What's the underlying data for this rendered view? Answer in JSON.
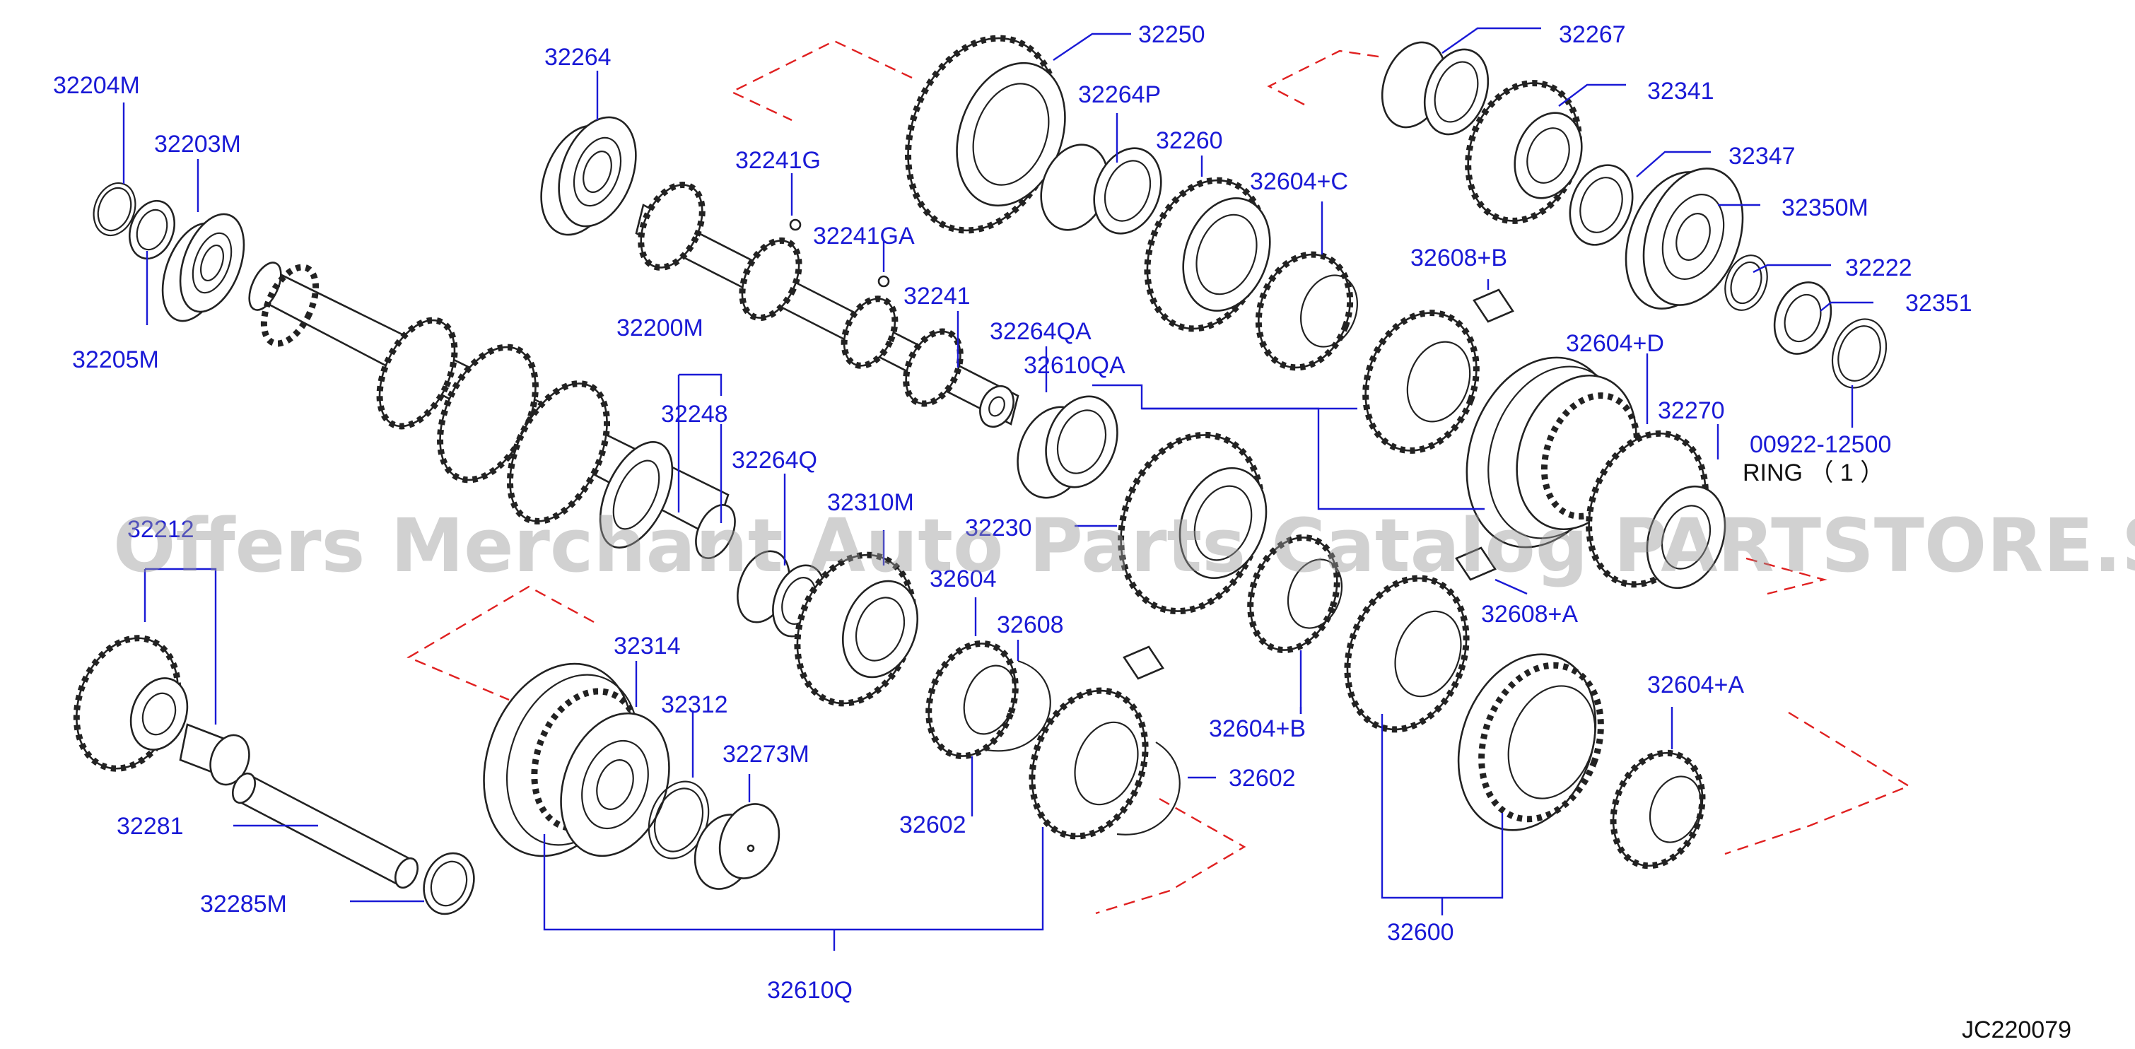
{
  "watermark": "Offers Merchant Auto Parts Catalog PARTSTORE.SA",
  "diagram_code": "JC220079",
  "labels": {
    "p32204M": "32204M",
    "p32203M": "32203M",
    "p32205M": "32205M",
    "p32264": "32264",
    "p32241G": "32241G",
    "p32241GA": "32241GA",
    "p32241": "32241",
    "p32200M": "32200M",
    "p32248": "32248",
    "p32250": "32250",
    "p32264P": "32264P",
    "p32260": "32260",
    "p32604C": "32604+C",
    "p32264QA": "32264QA",
    "p32610QA": "32610QA",
    "p32264Q": "32264Q",
    "p32310M": "32310M",
    "p32230": "32230",
    "p32604": "32604",
    "p32608": "32608",
    "p32267": "32267",
    "p32341": "32341",
    "p32347": "32347",
    "p32350M": "32350M",
    "p32608B": "32608+B",
    "p32222": "32222",
    "p32351": "32351",
    "p32604D": "32604+D",
    "p32270": "32270",
    "p00922": "00922-12500",
    "ring_note": "RING （ 1 ）",
    "p32608A": "32608+A",
    "p32604B": "32604+B",
    "p32604A": "32604+A",
    "p32212": "32212",
    "p32314": "32314",
    "p32312": "32312",
    "p32273M": "32273M",
    "p32602a": "32602",
    "p32602b": "32602",
    "p32281": "32281",
    "p32285M": "32285M",
    "p32610Q": "32610Q",
    "p32600": "32600"
  }
}
